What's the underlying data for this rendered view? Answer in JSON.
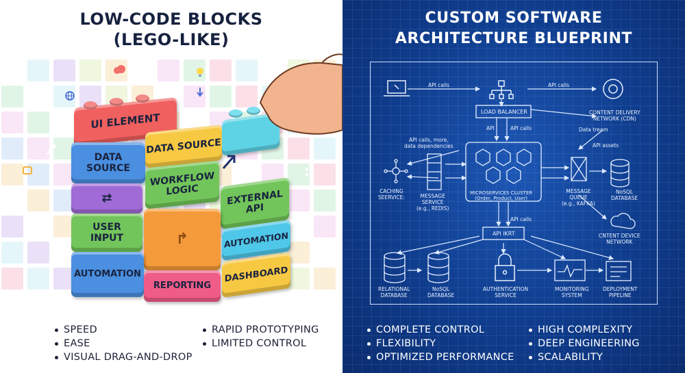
{
  "left": {
    "title_line1": "LOW-CODE BLOCKS",
    "title_line2": "(LEGO-LIKE)",
    "blocks": {
      "ui_element": "UI ELEMENT",
      "data_source_left": "DATA\nSOURCE",
      "data_source": "DATA SOURCE",
      "workflow_logic": "WORKFLOW\nLOGIC",
      "external_api": "EXTERNAL\nAPI",
      "user_input": "USER\nINPUT",
      "automation_right": "AUTOMATION",
      "automation_bottom": "AUTOMATION",
      "reporting": "REPORTING",
      "dashboard": "DASHBOARD"
    },
    "bullets_col1": [
      "SPEED",
      "EASE",
      "VISUAL DRAG-AND-DROP"
    ],
    "bullets_col2": [
      "RAPID PROTOTYPING",
      "LIMITED CONTROL"
    ]
  },
  "right": {
    "title_line1": "CUSTOM SOFTWARE",
    "title_line2": "ARCHITECTURE BLUEPRINT",
    "labels": {
      "api_calls_1": "API calls",
      "api_calls_2": "API calls",
      "load_balancer": "LOAD BALANCER",
      "cdn": "CONTENT DELIVERY\nNETWORK (CDN)",
      "api_lb_1": "API",
      "api_lb_2": "API calls",
      "data_stream": "Data tream",
      "api_assets": "API assets",
      "api_calls_more": "API calls, more,\ndata dependencies",
      "caching": "CACHING\nSEERVICE:",
      "message_service": "MESSAGE\nSERVICE\n(e.g., REDIS)",
      "microservices": "MICROSERVICES CLUSTER\n(Order, Product, User)",
      "message_queue": "MESSAGE\nQUEUE\n(e.g., KAFKA)",
      "nosql_right": "NoSQL\nDATABASE",
      "api_calls_3": "API calls",
      "api_ikrt": "API IKRT",
      "cntent_device": "CNTENT DEVICE\nNETWORK",
      "relational_db": "RELATIONAL\nDATABASE",
      "nosql_bottom": "NoSQL\nDATABASE",
      "auth": "AUTHENTICATION\nSERVICE",
      "monitoring": "MONITORING\nSYSTEM",
      "deployment": "DEPLOYMENT\nPIPELINE"
    },
    "bullets_col1": [
      "COMPLETE CONTROL",
      "FLEXIBILITY",
      "OPTIMIZED PERFORMANCE"
    ],
    "bullets_col2": [
      "HIGH COMPLEXITY",
      "DEEP ENGINEERING",
      "SCALABILITY"
    ]
  },
  "colors": {
    "left_bg": "#ffffff",
    "right_bg": "#0f3c8c",
    "blueprint_line": "#cfe1ff",
    "brick_red": "#f0605f",
    "brick_blue": "#4a8fe0",
    "brick_yellow": "#f7c842",
    "brick_green": "#72c55a",
    "brick_purple": "#a06bd6",
    "brick_orange": "#f59a3a",
    "brick_pink": "#ef5c87",
    "brick_cyan": "#4fc7e8"
  }
}
